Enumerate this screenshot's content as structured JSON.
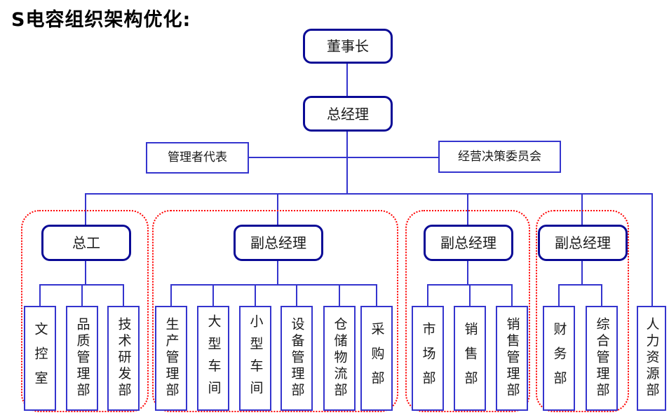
{
  "title": "S电容组织架构优化:",
  "org": {
    "chairman": "董事长",
    "general_manager": "总经理",
    "management_representative": "管理者代表",
    "decision_committee": "经营决策委员会",
    "groups": [
      {
        "manager": "总工",
        "departments": [
          "文控室",
          "品质管理部",
          "技术研发部"
        ]
      },
      {
        "manager": "副总经理",
        "departments": [
          "生产管理部",
          "大型车间",
          "小型车间",
          "设备管理部",
          "仓储物流部",
          "采购部"
        ]
      },
      {
        "manager": "副总经理",
        "departments": [
          "市场部",
          "销售部",
          "销售管理部"
        ]
      },
      {
        "manager": "副总经理",
        "departments": [
          "财务部",
          "综合管理部"
        ]
      }
    ],
    "standalone_department": "人力资源部"
  },
  "colors": {
    "primary_border": "#0a0a96",
    "secondary_border": "#3434ce",
    "group_outline": "#ff0000",
    "text": "#1a1a1a",
    "background": "#ffffff"
  }
}
